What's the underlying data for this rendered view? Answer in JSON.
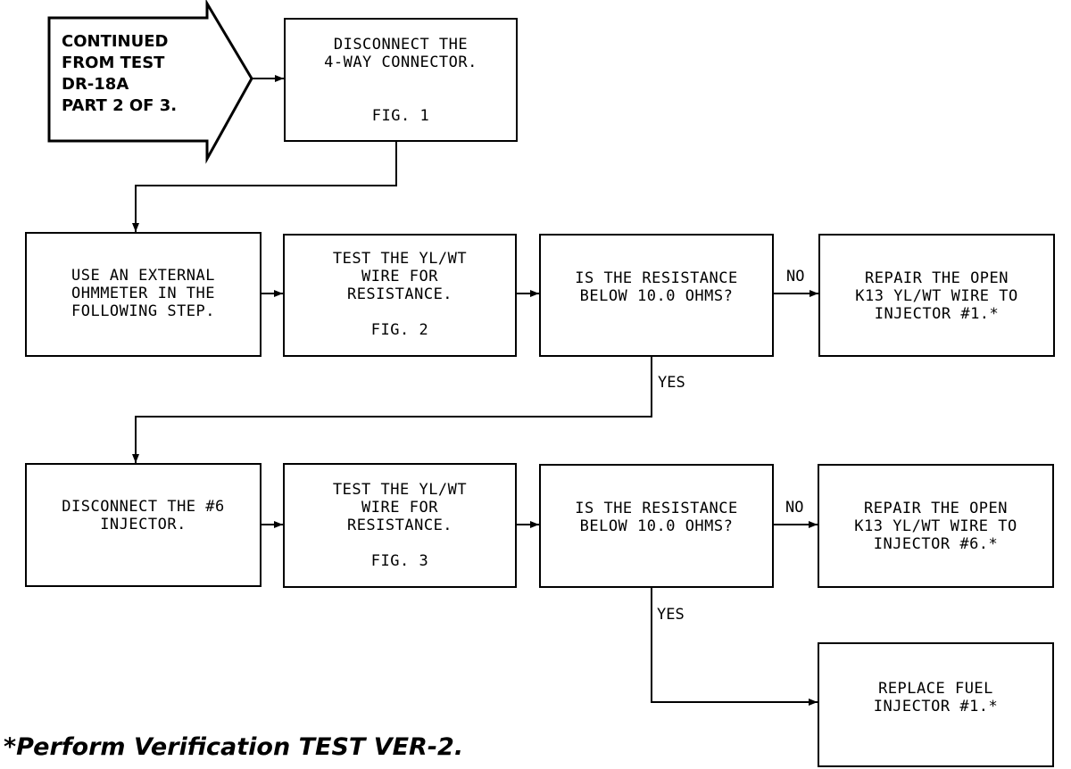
{
  "start": {
    "text": "CONTINUED\nFROM TEST\nDR-18A\nPART 2 OF 3."
  },
  "boxes": {
    "disconnect_4way": {
      "text": "DISCONNECT THE\n4-WAY CONNECTOR.",
      "fig": "FIG. 1"
    },
    "use_ohmmeter": {
      "text": "USE AN EXTERNAL\nOHMMETER IN THE\nFOLLOWING STEP."
    },
    "test_wire_1": {
      "text": "TEST THE YL/WT\nWIRE FOR\nRESISTANCE.",
      "fig": "FIG. 2"
    },
    "resistance_q1": {
      "text": "IS THE RESISTANCE\nBELOW 10.0 OHMS?"
    },
    "repair_inj1": {
      "text": "REPAIR THE OPEN\nK13 YL/WT WIRE TO\nINJECTOR #1.*"
    },
    "disconnect_inj6": {
      "text": "DISCONNECT THE #6\nINJECTOR."
    },
    "test_wire_2": {
      "text": "TEST THE YL/WT\nWIRE FOR\nRESISTANCE.",
      "fig": "FIG. 3"
    },
    "resistance_q2": {
      "text": "IS THE RESISTANCE\nBELOW 10.0 OHMS?"
    },
    "repair_inj6": {
      "text": "REPAIR THE OPEN\nK13 YL/WT WIRE TO\nINJECTOR #6.*"
    },
    "replace_inj1": {
      "text": "REPLACE FUEL\nINJECTOR #1.*"
    }
  },
  "labels": {
    "no_1": "NO",
    "yes_1": "YES",
    "no_2": "NO",
    "yes_2": "YES"
  },
  "footnote": "*Perform Verification TEST VER-2."
}
